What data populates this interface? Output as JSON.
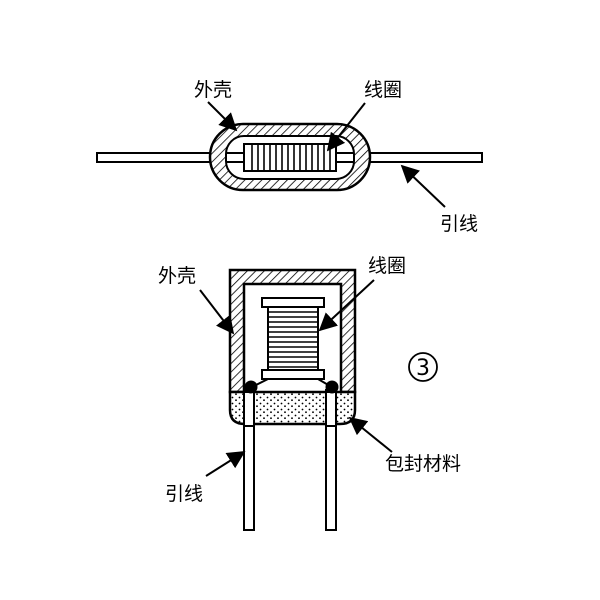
{
  "top": {
    "label_shell": "外壳",
    "label_coil": "线圈",
    "label_lead": "引线"
  },
  "bottom": {
    "label_shell": "外壳",
    "label_coil": "线圈",
    "label_lead": "引线",
    "label_encapsulation": "包封材料",
    "figure_number": "3"
  }
}
